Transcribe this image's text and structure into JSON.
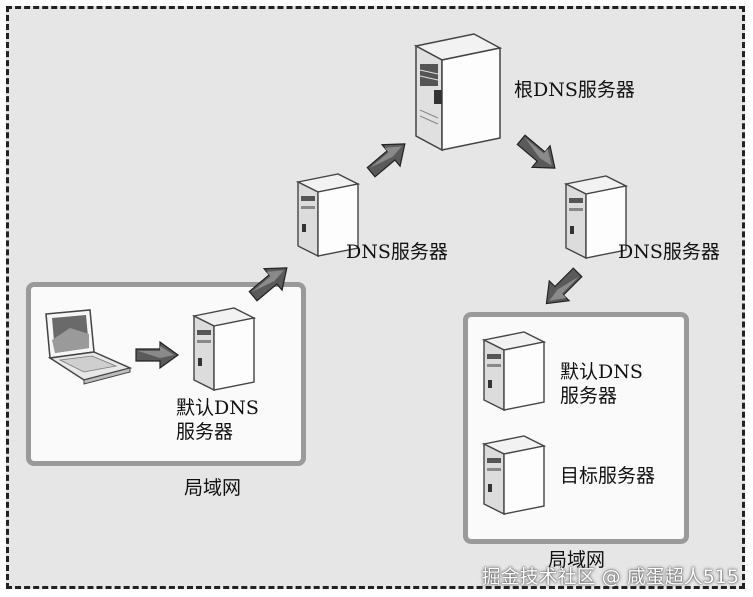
{
  "labels": {
    "root_dns": "根DNS服务器",
    "dns_left": "DNS服务器",
    "dns_right": "DNS服务器",
    "default_dns_left_line1": "默认DNS",
    "default_dns_left_line2": "服务器",
    "lan_left": "局域网",
    "default_dns_right_line1": "默认DNS",
    "default_dns_right_line2": "服务器",
    "target_server": "目标服务器",
    "lan_right": "局域网"
  },
  "watermark": "掘金技术社区 @ 咸蛋超人515",
  "icons": {
    "server": "server-icon",
    "laptop": "laptop-icon",
    "arrow": "arrow-icon"
  },
  "colors": {
    "background": "#e6e6e6",
    "lan_border": "#9a9a9a",
    "arrow": "#555555"
  }
}
